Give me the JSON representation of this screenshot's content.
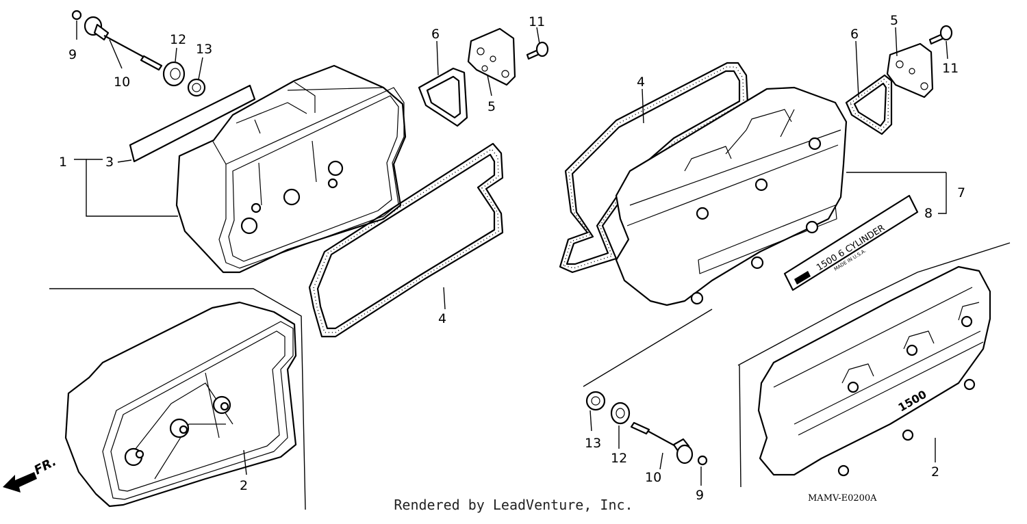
{
  "diagram": {
    "credit": "Rendered by LeadVenture, Inc.",
    "drawing_code": "MAMV-E0200A",
    "front_arrow_label": "FR.",
    "emblem_text": "1500 6 CYLINDER",
    "emblem_subtext": "MADE IN U.S.A.",
    "cover_badge_text": "1500",
    "callouts": {
      "c1": "1",
      "c2a": "2",
      "c2b": "2",
      "c3": "3",
      "c4a": "4",
      "c4b": "4",
      "c5a": "5",
      "c5b": "5",
      "c6a": "6",
      "c6b": "6",
      "c7": "7",
      "c8": "8",
      "c9a": "9",
      "c9b": "9",
      "c10a": "10",
      "c10b": "10",
      "c11a": "11",
      "c11b": "11",
      "c12a": "12",
      "c12b": "12",
      "c13a": "13",
      "c13b": "13"
    }
  }
}
